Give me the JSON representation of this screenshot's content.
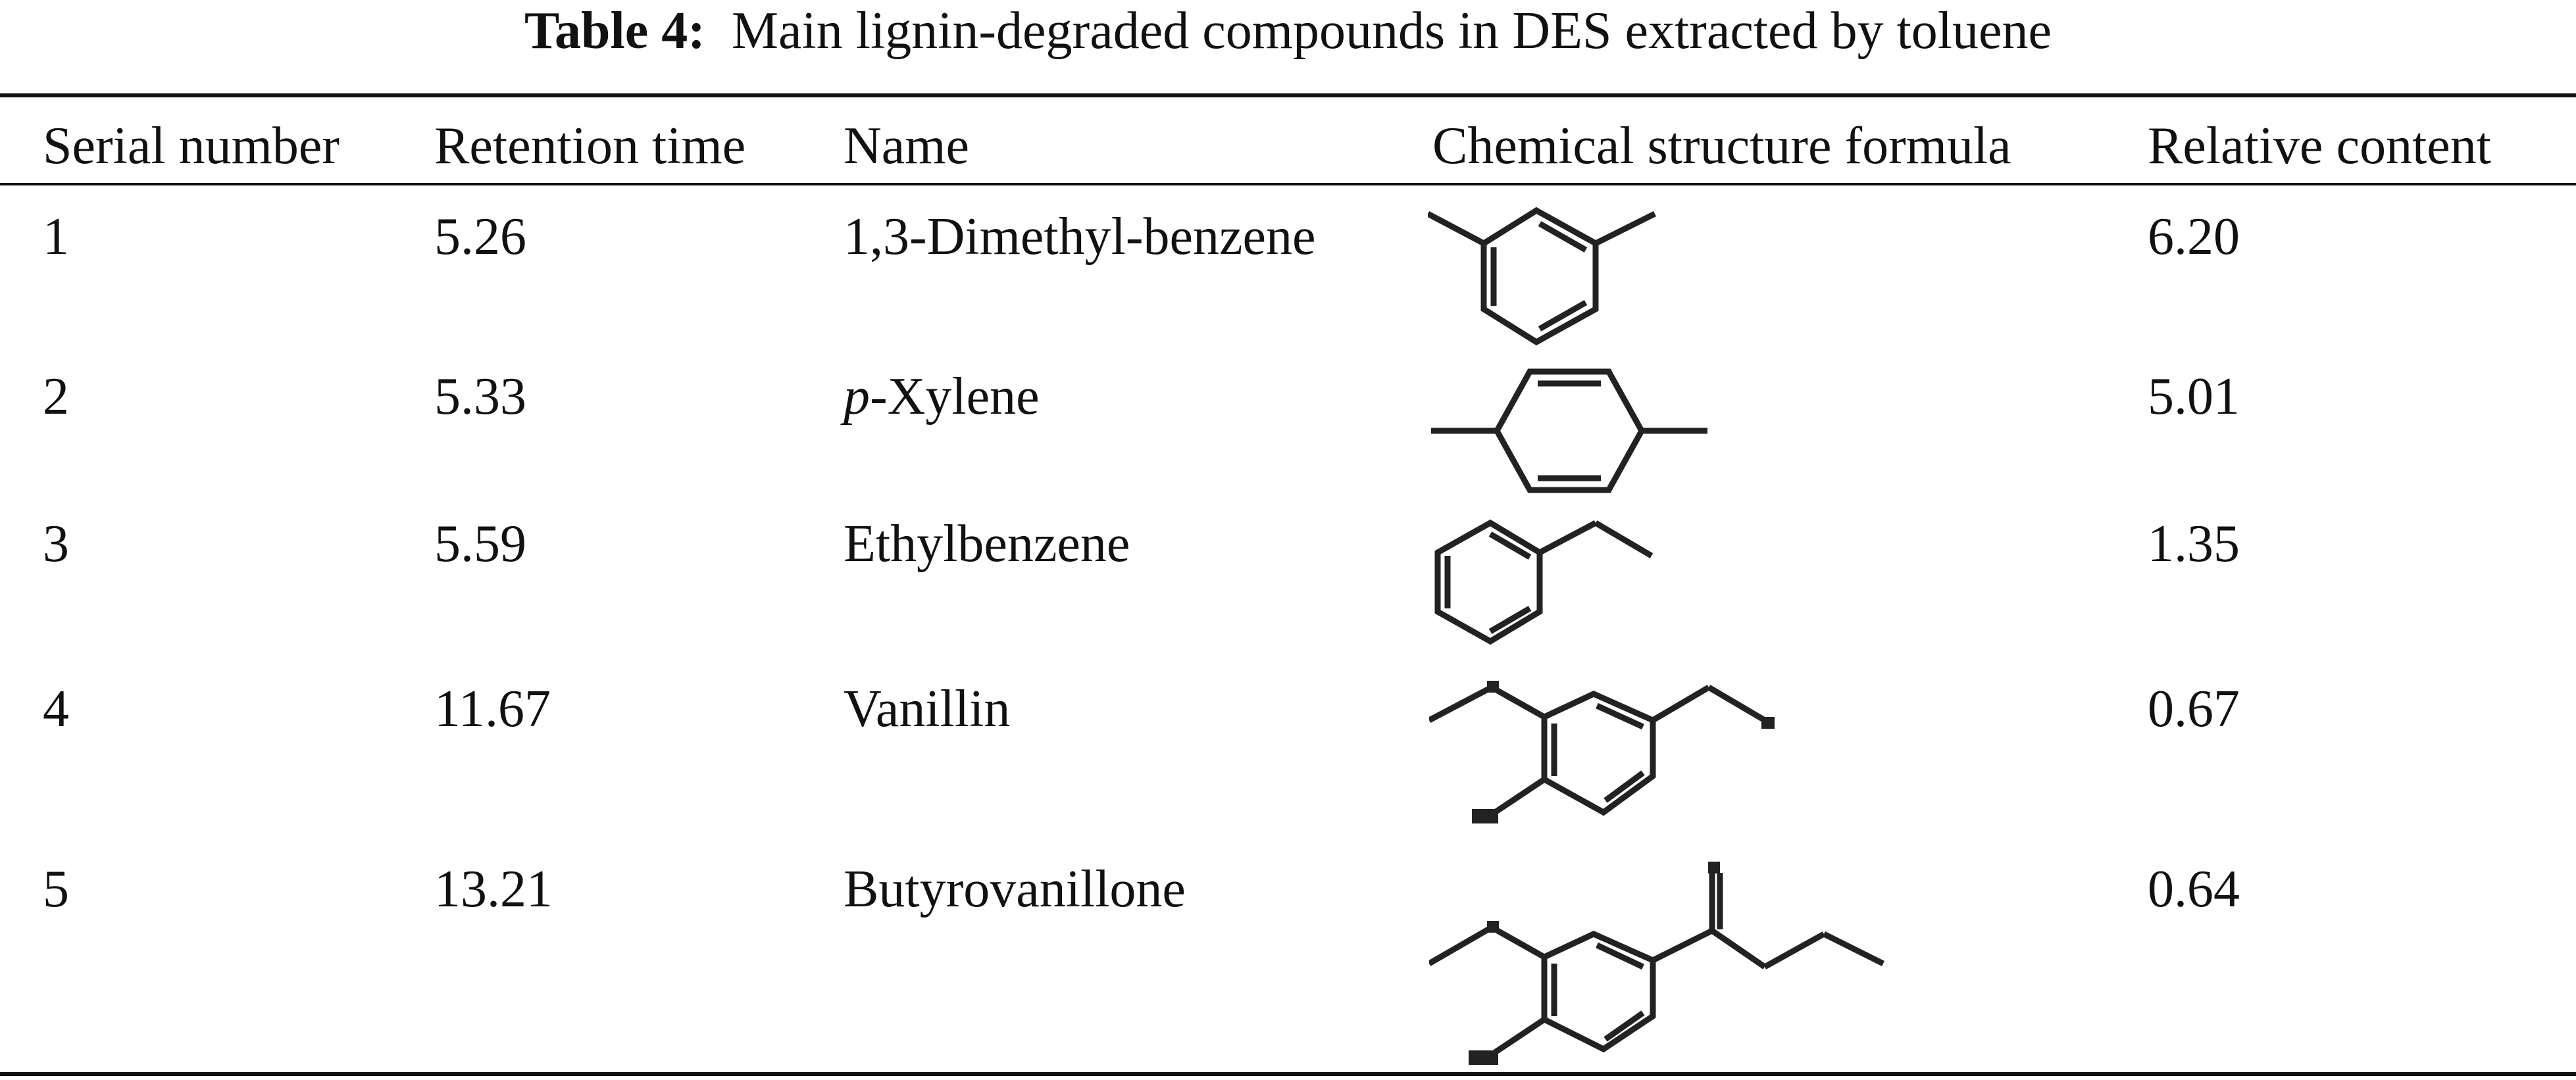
{
  "caption": {
    "label": "Table 4:",
    "text": "Main lignin-degraded compounds in DES extracted by toluene"
  },
  "table": {
    "headers": [
      "Serial number",
      "Retention time",
      "Name",
      "Chemical structure formula",
      "Relative content"
    ],
    "rows": [
      {
        "serial": "1",
        "retention_time": "5.26",
        "name": "1,3-Dimethyl-benzene",
        "structure": "1,3-dimethylbenzene-structure",
        "relative_content": "6.20"
      },
      {
        "serial": "2",
        "retention_time": "5.33",
        "name_prefix": "p",
        "name_rest": "-Xylene",
        "structure": "p-xylene-structure",
        "relative_content": "5.01"
      },
      {
        "serial": "3",
        "retention_time": "5.59",
        "name": "Ethylbenzene",
        "structure": "ethylbenzene-structure",
        "relative_content": "1.35"
      },
      {
        "serial": "4",
        "retention_time": "11.67",
        "name": "Vanillin",
        "structure": "vanillin-structure",
        "relative_content": "0.67"
      },
      {
        "serial": "5",
        "retention_time": "13.21",
        "name": "Butyrovanillone",
        "structure": "butyrovanillone-structure",
        "relative_content": "0.64"
      }
    ]
  }
}
